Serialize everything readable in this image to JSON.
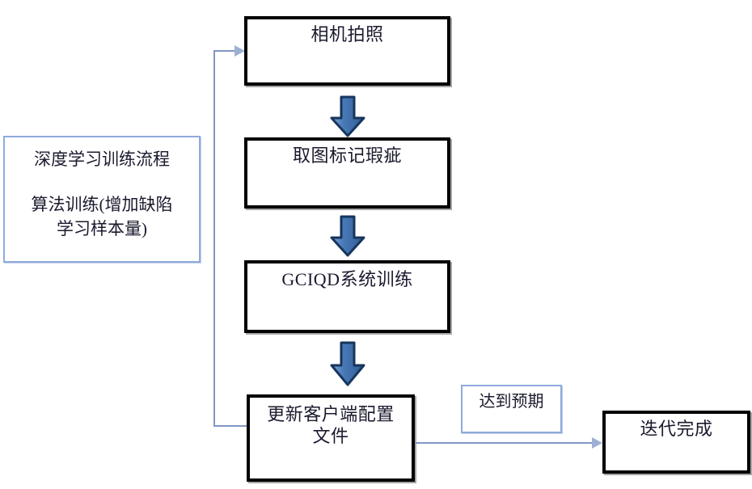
{
  "diagram": {
    "title_note": {
      "name": "deep-learning-training-process-note",
      "text": "深度学习训练流程\n\n算法训练(增加缺陷\n学习样本量)",
      "line1": "深度学习训练流程",
      "line2": "算法训练(增加缺陷",
      "line3": "学习样本量)",
      "border_color": "#8FAADC"
    },
    "steps": [
      {
        "id": "step-camera-capture",
        "label": "相机拍照"
      },
      {
        "id": "step-mark-defects",
        "label": "取图标记瑕疵"
      },
      {
        "id": "step-gciqd-training",
        "label": "GCIQD系统训练"
      },
      {
        "id": "step-update-client-config",
        "label": "更新客户端配置\n文件"
      }
    ],
    "condition_note": {
      "id": "note-expected-reached",
      "label": "达到预期",
      "border_color": "#8FAADC"
    },
    "terminal": {
      "id": "step-iteration-complete",
      "label": "迭代完成"
    },
    "connectors": {
      "feedback_loop_label": "",
      "arrow_color": "#8096C4",
      "block_arrow_fill": "#4A78B4",
      "block_arrow_stroke": "#1F3A5F"
    }
  }
}
